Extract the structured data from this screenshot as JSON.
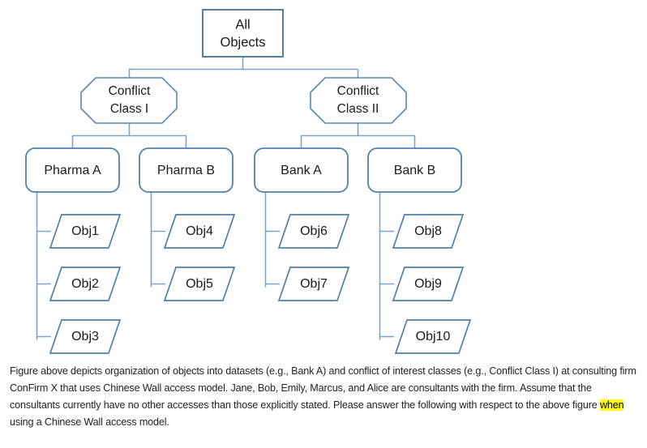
{
  "figure": {
    "title": "Conflict of interest class hierarchy",
    "colors": {
      "node_border": "#5b87b3",
      "connector": "#7ba3c8",
      "node_fill": "#ffffff",
      "text": "#1a1a1a",
      "highlight": "#ffff00",
      "page_background": "#ffffff"
    },
    "root": {
      "label_line1": "All",
      "label_line2": "Objects",
      "shape": "rectangle"
    },
    "classes": [
      {
        "id": "class-1",
        "label_line1": "Conflict",
        "label_line2": "Class I",
        "shape": "octagon"
      },
      {
        "id": "class-2",
        "label_line1": "Conflict",
        "label_line2": "Class II",
        "shape": "octagon"
      }
    ],
    "datasets": [
      {
        "id": "pharma-a",
        "label": "Pharma A",
        "shape": "rounded-rectangle",
        "parent": "class-1"
      },
      {
        "id": "pharma-b",
        "label": "Pharma B",
        "shape": "rounded-rectangle",
        "parent": "class-1"
      },
      {
        "id": "bank-a",
        "label": "Bank A",
        "shape": "rounded-rectangle",
        "parent": "class-2"
      },
      {
        "id": "bank-b",
        "label": "Bank B",
        "shape": "rounded-rectangle",
        "parent": "class-2"
      }
    ],
    "objects": [
      {
        "id": "obj1",
        "label": "Obj1",
        "shape": "parallelogram",
        "parent": "pharma-a"
      },
      {
        "id": "obj2",
        "label": "Obj2",
        "shape": "parallelogram",
        "parent": "pharma-a"
      },
      {
        "id": "obj3",
        "label": "Obj3",
        "shape": "parallelogram",
        "parent": "pharma-a"
      },
      {
        "id": "obj4",
        "label": "Obj4",
        "shape": "parallelogram",
        "parent": "pharma-b"
      },
      {
        "id": "obj5",
        "label": "Obj5",
        "shape": "parallelogram",
        "parent": "pharma-b"
      },
      {
        "id": "obj6",
        "label": "Obj6",
        "shape": "parallelogram",
        "parent": "bank-a"
      },
      {
        "id": "obj7",
        "label": "Obj7",
        "shape": "parallelogram",
        "parent": "bank-a"
      },
      {
        "id": "obj8",
        "label": "Obj8",
        "shape": "parallelogram",
        "parent": "bank-b"
      },
      {
        "id": "obj9",
        "label": "Obj9",
        "shape": "parallelogram",
        "parent": "bank-b"
      },
      {
        "id": "obj10",
        "label": "Obj10",
        "shape": "parallelogram",
        "parent": "bank-b"
      }
    ]
  },
  "caption": {
    "part1": "Figure above depicts organization of objects into datasets (e.g., Bank A) and conflict of interest classes (e.g., Conflict Class I) at consulting firm ConFirm X that uses Chinese Wall access model. Jane, Bob, Emily, Marcus, and Alice are consultants with the firm. Assume that the consultants currently have no other accesses than those explicitly stated. Please answer the following with respect to the above figure ",
    "highlighted": "when",
    "part2": " using a Chinese Wall access model."
  }
}
